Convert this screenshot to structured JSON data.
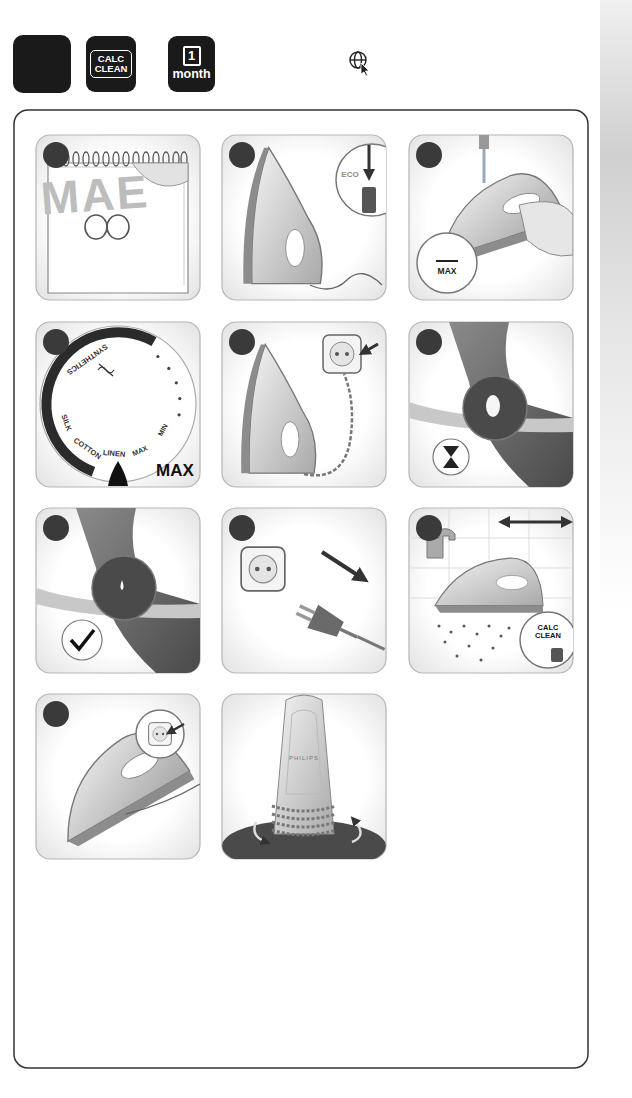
{
  "diagram": {
    "nodes": [
      {
        "text": [
          "CALC CLEAN"
        ]
      },
      {
        "text": [
          "1",
          "month"
        ]
      }
    ],
    "labels": [
      "MAE",
      "ECO",
      "MAX",
      "SYNTHETICS",
      "SILK",
      "COTTON",
      "LINEN",
      "MAX",
      "MIN",
      "MAX",
      "CALC CLEAN",
      "PHILIPS"
    ]
  }
}
